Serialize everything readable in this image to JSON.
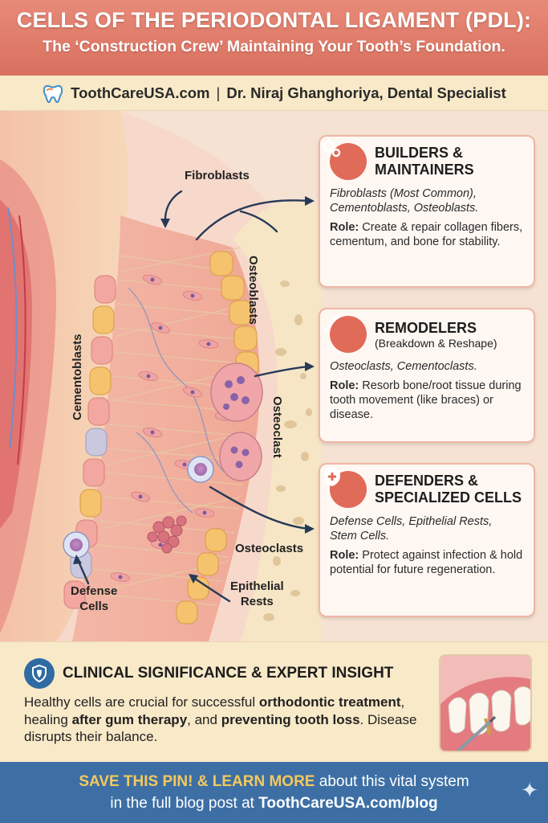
{
  "header": {
    "title": "CELLS OF THE PERIODONTAL LIGAMENT (PDL):",
    "subtitle": "The ‘Construction Crew’ Maintaining Your Tooth’s Foundation."
  },
  "byline": {
    "site": "ToothCareUSA.com",
    "separator": "|",
    "author": "Dr. Niraj Ghanghoriya, Dental Specialist"
  },
  "labels": {
    "fibroblasts": "Fibroblasts",
    "osteoblasts": "Osteoblasts",
    "cementoblasts": "Cementoblasts",
    "osteoclast": "Osteoclast",
    "osteoclasts": "Osteoclasts",
    "defense_cells_1": "Defense",
    "defense_cells_2": "Cells",
    "epithelial_1": "Epithelial",
    "epithelial_2": "Rests"
  },
  "cards": [
    {
      "icon": "gears-icon",
      "title_1": "BUILDERS &",
      "title_2": "MAINTAINERS",
      "cells_1": "Fibroblasts (Most Common),",
      "cells_2": "Cementoblasts, Osteoblasts.",
      "role_label": "Role:",
      "role_text": "Create & repair collagen fibers, cementum, and bone for stability."
    },
    {
      "icon": "scalpel-icon",
      "title_1": "REMODELERS",
      "title_2": "(Breakdown & Reshape)",
      "cells_1": "Osteoclasts, Cementoclasts.",
      "role_label": "Role:",
      "role_text": "Resorb bone/root tissue during tooth movement (like braces) or disease."
    },
    {
      "icon": "shield-cross-icon",
      "title_1": "DEFENDERS &",
      "title_2": "SPECIALIZED CELLS",
      "cells_1": "Defense Cells, Epithelial Rests,",
      "cells_2": "Stem Cells.",
      "role_label": "Role:",
      "role_text": "Protect against infection & hold potential for future regeneration."
    }
  ],
  "clinical": {
    "title": "CLINICAL SIGNIFICANCE & EXPERT INSIGHT",
    "t1": "Healthy cells are crucial for successful ",
    "b1": "orthodontic treatment",
    "t2": ", healing ",
    "b2": "after gum therapy",
    "t3": ", and ",
    "b3": "preventing tooth loss",
    "t4": ". Disease disrupts their balance."
  },
  "footer": {
    "highlight": "SAVE THIS PIN! & LEARN MORE",
    "line1_rest": " about this vital system",
    "line2_pre": "in the full blog post at ",
    "line2_link": "ToothCareUSA.com/blog"
  },
  "colors": {
    "header_bg": "#d9705f",
    "accent": "#e06b59",
    "footer_bg": "#3d6fa5",
    "footer_highlight": "#f4c95d",
    "cream": "#f8e9c8"
  }
}
